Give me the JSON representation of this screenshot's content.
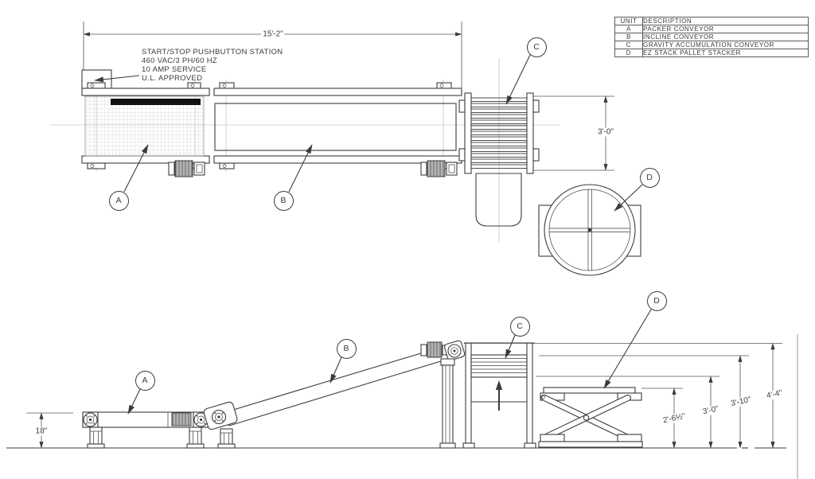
{
  "legend": {
    "header": {
      "unit": "UNIT",
      "description": "DESCRIPTION"
    },
    "rows": [
      {
        "unit": "A",
        "description": "PACKER  CONVEYOR"
      },
      {
        "unit": "B",
        "description": "INCLINE  CONVEYOR"
      },
      {
        "unit": "C",
        "description": "GRAVITY  ACCUMULATION  CONVEYOR"
      },
      {
        "unit": "D",
        "description": "EZ  STACK  PALLET  STACKER"
      }
    ]
  },
  "pushbutton_note": {
    "line1": "START/STOP  PUSHBUTTON  STATION",
    "line2": "460  VAC/3  PH/60  HZ",
    "line3": "10  AMP  SERVICE",
    "line4": "U.L.  APPROVED"
  },
  "dims": {
    "plan_length": "15'-2\"",
    "plan_c_width": "3'-0\"",
    "elev_packer": "18\"",
    "elev_lift_platform": "2'-6½\"",
    "elev_roller_low": "3'-0\"",
    "elev_roller_high": "3'-10\"",
    "elev_guard_top": "4'-4\""
  },
  "labels": {
    "a": "A",
    "b": "B",
    "c": "C",
    "d": "D"
  },
  "colors": {
    "line": "#3c3c3c",
    "centerline": "#c6c6c6",
    "belt_black": "#111111",
    "motor_gray": "#b5b5b5"
  }
}
